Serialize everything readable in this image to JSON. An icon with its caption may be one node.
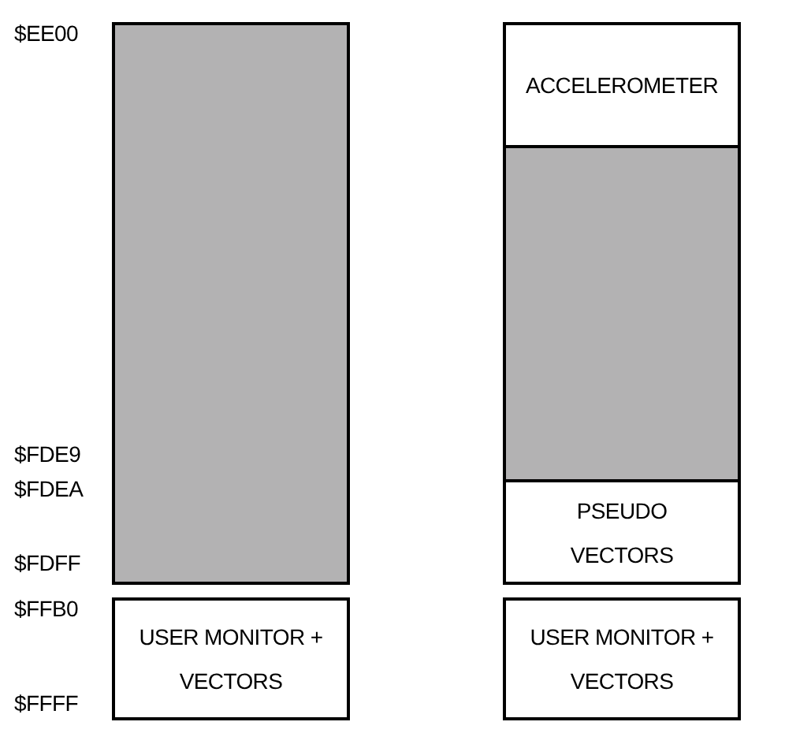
{
  "diagram": {
    "nodes": [
      {
        "text": [],
        "shape": "box"
      },
      {
        "text": [
          "USER MONITOR + VECTORS"
        ]
      },
      {
        "text": [
          "ACCELEROMETER"
        ]
      },
      {
        "text": [],
        "shape": "box"
      },
      {
        "text": [
          "PSEUDO VECTORS"
        ]
      },
      {
        "text": [
          "USER MONITOR + VECTORS"
        ]
      }
    ],
    "labels": [
      "$EE00",
      "$FDE9",
      "$FDEA",
      "$FDFF",
      "$FFB0",
      "$FFFF"
    ]
  }
}
